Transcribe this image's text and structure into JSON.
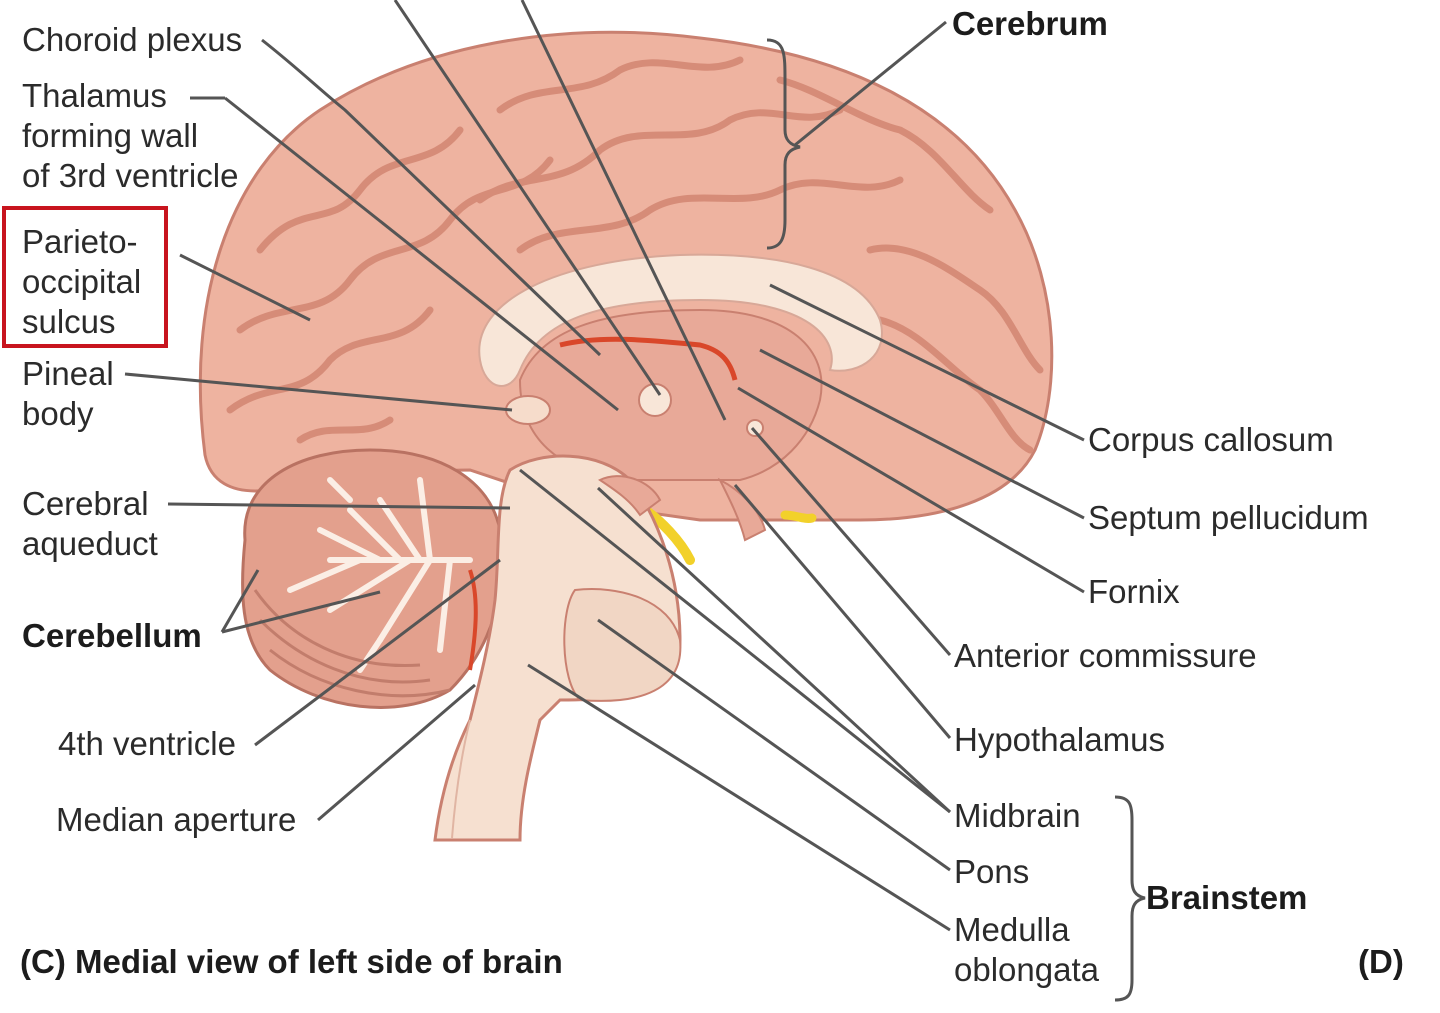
{
  "labels": {
    "choroid_plexus": "Choroid plexus",
    "thalamus_1": "Thalamus",
    "thalamus_2": "forming wall",
    "thalamus_3": "of 3rd ventricle",
    "parieto_1": "Parieto-",
    "parieto_2": "occipital",
    "parieto_3": "sulcus",
    "pineal_1": "Pineal",
    "pineal_2": "body",
    "aqueduct_1": "Cerebral",
    "aqueduct_2": "aqueduct",
    "cerebellum": "Cerebellum",
    "fourth_ventricle": "4th ventricle",
    "median_aperture": "Median aperture",
    "cerebrum": "Cerebrum",
    "corpus_callosum": "Corpus callosum",
    "septum_pellucidum": "Septum pellucidum",
    "fornix": "Fornix",
    "anterior_commissure": "Anterior commissure",
    "hypothalamus": "Hypothalamus",
    "midbrain": "Midbrain",
    "pons": "Pons",
    "medulla_1": "Medulla",
    "medulla_2": "oblongata",
    "brainstem": "Brainstem"
  },
  "caption": "(C) Medial view of left side of brain",
  "panel_letter": "(D)",
  "colors": {
    "cortex": "#eeb3a0",
    "cortex_shadow": "#d98f7c",
    "white_matter": "#f8e6d8",
    "deep_nuclei": "#e8a998",
    "highlight_box": "#c8141e",
    "leader_line": "#555555",
    "choroid_plexus": "#d9472a",
    "yellow_structure": "#f2d12a"
  }
}
